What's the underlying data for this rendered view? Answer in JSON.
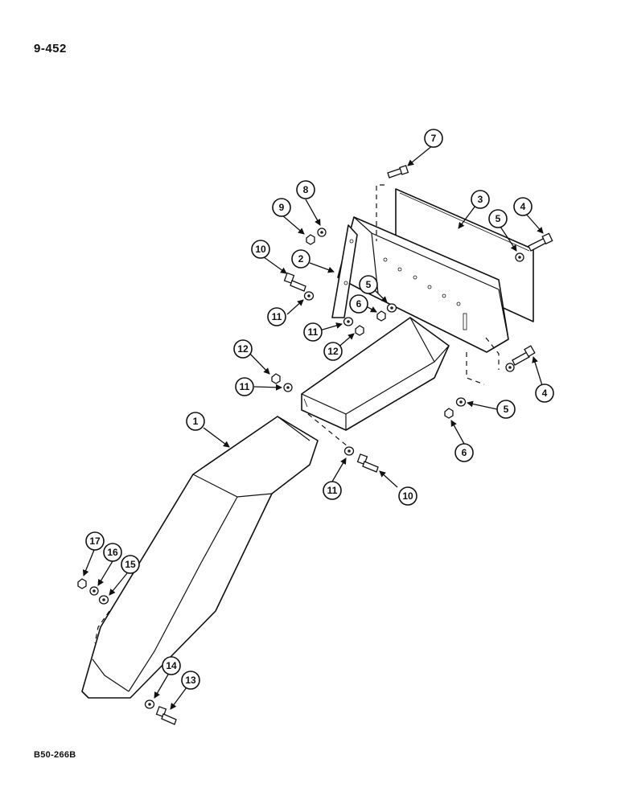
{
  "page_number": "9-452",
  "drawing_code": "B50-266B",
  "callouts": {
    "c1": "1",
    "c2": "2",
    "c3": "3",
    "c4a": "4",
    "c4b": "4",
    "c5a": "5",
    "c5b": "5",
    "c5c": "5",
    "c6a": "6",
    "c6b": "6",
    "c7": "7",
    "c8": "8",
    "c9": "9",
    "c10a": "10",
    "c10b": "10",
    "c11a": "11",
    "c11b": "11",
    "c11c": "11",
    "c11d": "11",
    "c12a": "12",
    "c12b": "12",
    "c13": "13",
    "c14": "14",
    "c15": "15",
    "c16": "16",
    "c17": "17"
  }
}
